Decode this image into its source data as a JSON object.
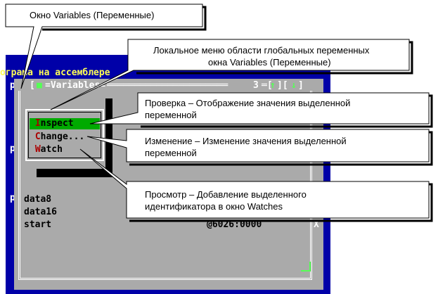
{
  "dos": {
    "program_title": "ограма на ассемблере",
    "window_title": "=Variables=",
    "window_number": "3",
    "up_arrow": "↑",
    "down_arrow": "↓",
    "left_bracket_mark": "[",
    "close_mark": "■",
    "p_letter": "p"
  },
  "local_menu": {
    "items": [
      {
        "hotkey": "I",
        "rest": "nspect"
      },
      {
        "hotkey": "C",
        "rest": "hange..."
      },
      {
        "hotkey": "W",
        "rest": "atch"
      }
    ]
  },
  "variables": [
    {
      "name": "data8"
    },
    {
      "name": "data16"
    },
    {
      "name": "start",
      "value": "@6026:0000"
    }
  ],
  "edge_marker": "X",
  "callouts": {
    "window": "Окно Variables (Переменные)",
    "local_menu_line1": "Локальное меню области глобальных переменных",
    "local_menu_line2": "окна Variables (Переменные)",
    "inspect_line1": "Проверка – Отображение значения выделенной",
    "inspect_line2": "переменной",
    "change_line1": "Изменение – Изменение значения выделенной",
    "change_line2": "переменной",
    "watch_line1": "Просмотр – Добавление выделенного",
    "watch_line2": "идентификатора в окно Watches"
  },
  "colors": {
    "dos_blue": "#0000a8",
    "window_gray": "#aaaaaa",
    "highlight_green": "#00aa00",
    "title_yellow": "#ffff55"
  }
}
